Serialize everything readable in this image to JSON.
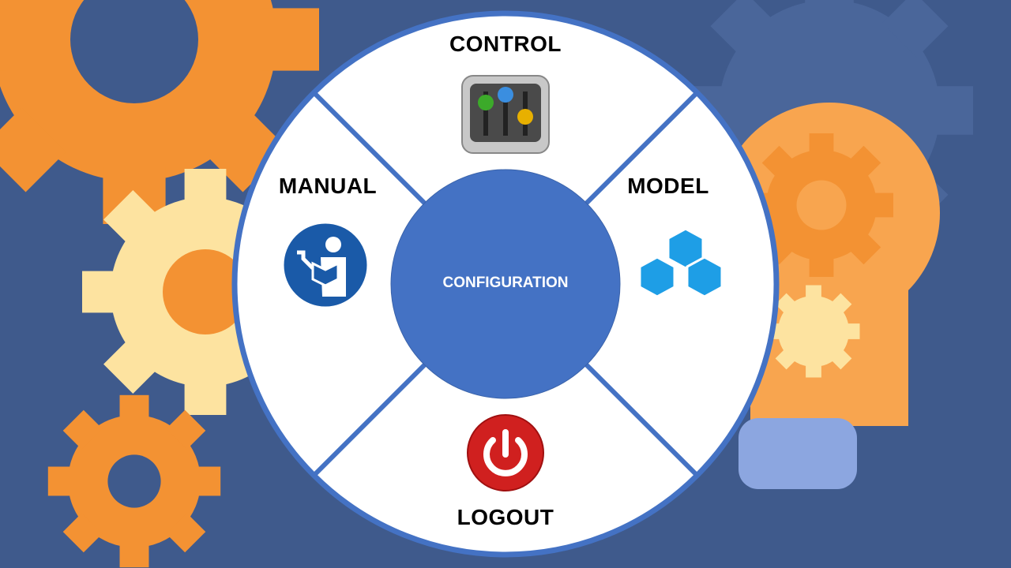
{
  "center": {
    "label": "CONFIGURATION"
  },
  "segments": [
    {
      "id": "control",
      "label": "CONTROL",
      "icon": "sliders-icon"
    },
    {
      "id": "model",
      "label": "MODEL",
      "icon": "cubes-icon"
    },
    {
      "id": "logout",
      "label": "LOGOUT",
      "icon": "power-icon"
    },
    {
      "id": "manual",
      "label": "MANUAL",
      "icon": "manual-reader-icon"
    }
  ],
  "colors": {
    "accent": "#4472c4",
    "background": "#3f5a8c",
    "gear_orange": "#f39233",
    "gear_cream": "#fde3a0",
    "power_red": "#d0201f"
  }
}
